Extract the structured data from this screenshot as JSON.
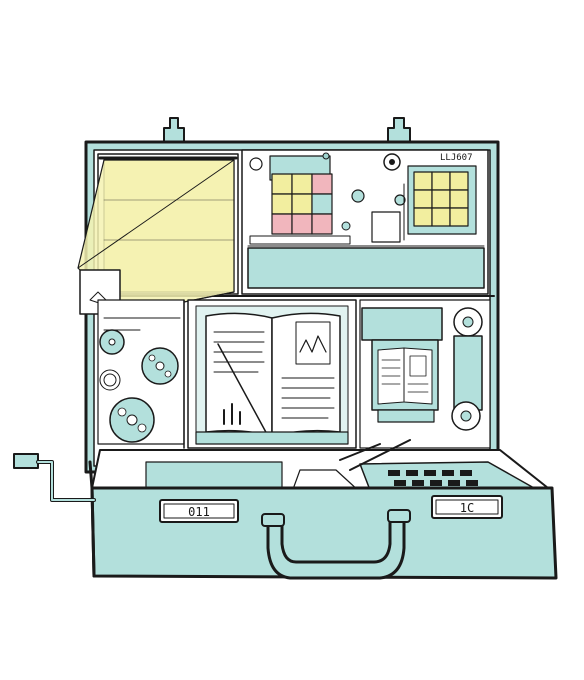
{
  "illustration": {
    "left_tag": "011",
    "right_tag": "1C",
    "corner_text": "LLJ607",
    "colors": {
      "teal": "#b3e0dc",
      "teal_dark": "#9fd4cf",
      "yellow": "#f4f2b2",
      "grid_yellow": "#f2ee9f",
      "pink": "#f1b6bd",
      "ink": "#1a1a1a"
    }
  }
}
